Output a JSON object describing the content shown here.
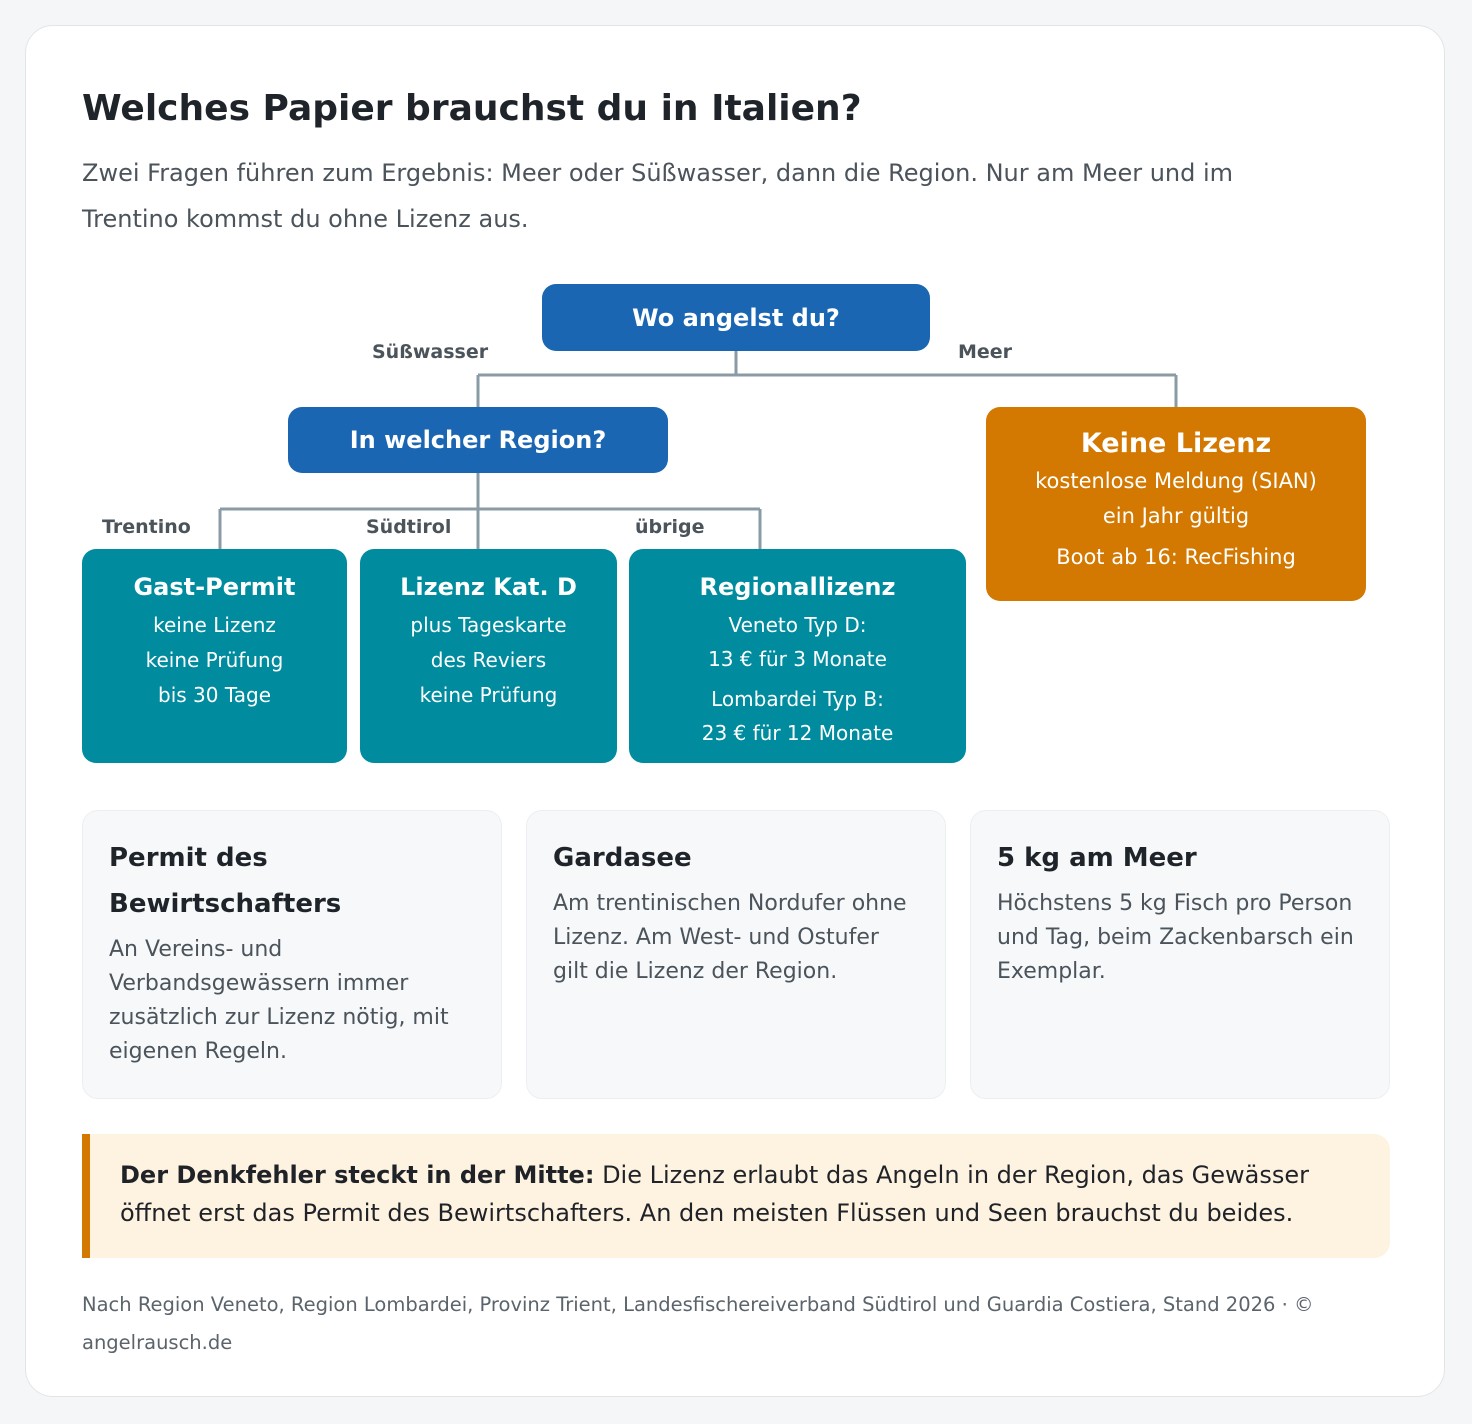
{
  "header": {
    "title": "Welches Papier brauchst du in Italien?",
    "subtitle": "Zwei Fragen führen zum Ergebnis: Meer oder Süßwasser, dann die Region. Nur am Meer und im Trentino kommst du ohne Lizenz aus."
  },
  "tree": {
    "root": "Wo angelst du?",
    "branch_left": "Süßwasser",
    "branch_right": "Meer",
    "region_question": "In welcher Region?",
    "branch_trentino": "Trentino",
    "branch_suedtirol": "Südtirol",
    "branch_uebrige": "übrige",
    "sea": {
      "title": "Keine Lizenz",
      "line1": "kostenlose Meldung (SIAN)",
      "line2": "ein Jahr gültig",
      "line3": "Boot ab 16: RecFishing"
    },
    "trentino": {
      "title": "Gast-Permit",
      "line1": "keine Lizenz",
      "line2": "keine Prüfung",
      "line3": "bis 30 Tage"
    },
    "suedtirol": {
      "title": "Lizenz Kat. D",
      "line1": "plus Tageskarte",
      "line2": "des Reviers",
      "line3": "keine Prüfung"
    },
    "uebrige": {
      "title": "Regionallizenz",
      "line1": "Veneto Typ D:",
      "line2": "13 € für 3 Monate",
      "line3": "Lombardei Typ B:",
      "line4": "23 € für 12 Monate"
    }
  },
  "info_cards": [
    {
      "title": "Permit des Bewirtschafters",
      "body": "An Vereins- und Verbandsgewässern immer zusätzlich zur Lizenz nötig, mit eigenen Regeln."
    },
    {
      "title": "Gardasee",
      "body": "Am trentinischen Nordufer ohne Lizenz. Am West- und Ostufer gilt die Lizenz der Region."
    },
    {
      "title": "5 kg am Meer",
      "body": "Höchstens 5 kg Fisch pro Person und Tag, beim Zackenbarsch ein Exemplar."
    }
  ],
  "note": {
    "lead": "Der Denkfehler steckt in der Mitte:",
    "text": " Die Lizenz erlaubt das Angeln in der Region, das Gewässer öffnet erst das Permit des Bewirtschafters. An den meisten Flüssen und Seen brauchst du beides."
  },
  "footer": {
    "source": "Nach Region Veneto, Region Lombardei, Provinz Trient, Landesfischereiverband Südtirol und Guardia Costiera, Stand 2026 · © angelrausch.de"
  },
  "colors": {
    "question_blue": "#1b66b3",
    "result_teal": "#008c9e",
    "result_orange": "#d37800",
    "connector_gray": "#8a9ba6",
    "note_background": "#fef2e1"
  }
}
